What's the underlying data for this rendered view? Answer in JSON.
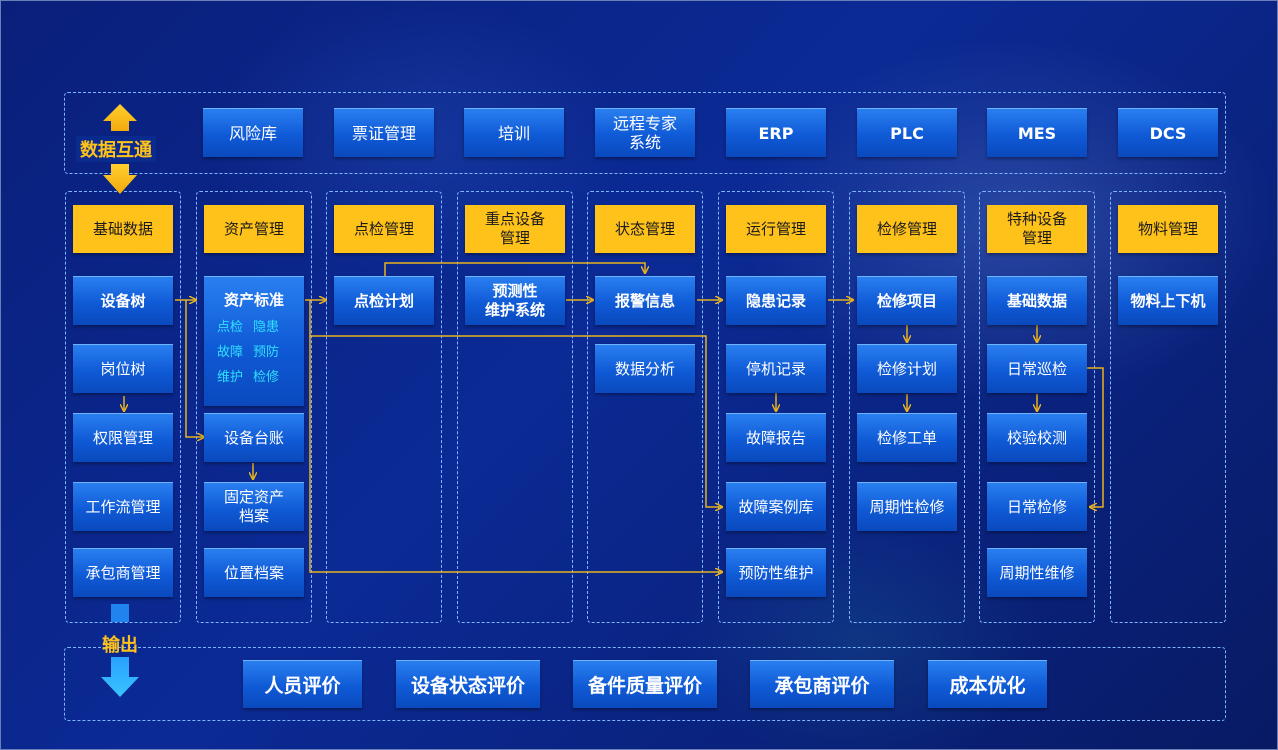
{
  "labels": {
    "exchange": "数据互通",
    "output": "输出"
  },
  "top_systems": [
    "风险库",
    "票证管理",
    "培训",
    "远程专家\n系统",
    "ERP",
    "PLC",
    "MES",
    "DCS"
  ],
  "column_heads": [
    "基础数据",
    "资产管理",
    "点检管理",
    "重点设备\n管理",
    "状态管理",
    "运行管理",
    "检修管理",
    "特种设备\n管理",
    "物料管理"
  ],
  "col1": {
    "items": [
      "设备树",
      "岗位树",
      "权限管理",
      "工作流管理",
      "承包商管理"
    ]
  },
  "col2": {
    "items": [
      "资产标准",
      "设备台账",
      "固定资产\n档案",
      "位置档案"
    ],
    "tags": [
      "点检",
      "隐患",
      "故障",
      "预防",
      "维护",
      "检修"
    ]
  },
  "col3": {
    "items": [
      "点检计划"
    ]
  },
  "col4": {
    "items": [
      "预测性\n维护系统"
    ]
  },
  "col5": {
    "items": [
      "报警信息",
      "数据分析"
    ]
  },
  "col6": {
    "items": [
      "隐患记录",
      "停机记录",
      "故障报告",
      "故障案例库",
      "预防性维护"
    ]
  },
  "col7": {
    "items": [
      "检修项目",
      "检修计划",
      "检修工单",
      "周期性检修"
    ]
  },
  "col8": {
    "items": [
      "基础数据",
      "日常巡检",
      "校验校测",
      "日常检修",
      "周期性维修"
    ]
  },
  "col9": {
    "items": [
      "物料上下机"
    ]
  },
  "outputs": [
    "人员评价",
    "设备状态评价",
    "备件质量评价",
    "承包商评价",
    "成本优化"
  ],
  "colors": {
    "head": "#ffc21a",
    "box": "#1565dc",
    "line": "#e8b21c",
    "dash": "#7fb6ff",
    "tag": "#2fe0ff"
  }
}
